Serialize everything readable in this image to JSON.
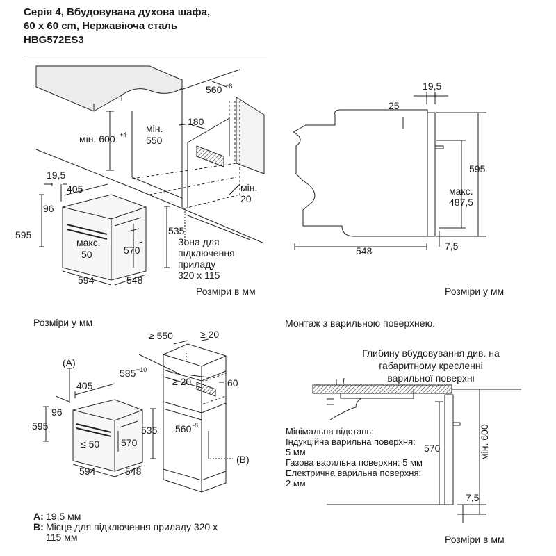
{
  "title": {
    "line1": "Серія 4, Вбудовувана духова шафа,",
    "line2": "60 x 60 cm, Нержавіюча сталь",
    "line3": "HBG572ES3"
  },
  "panel1": {
    "dims": {
      "d560": "560",
      "d560_sup": "+8",
      "min600": "мін. 600",
      "min600_sup": "+4",
      "min": "мін.",
      "v550": "550",
      "v180": "180",
      "min20_a": "мін.",
      "min20_b": "20",
      "v19_5": "19,5",
      "v405": "405",
      "v96": "96",
      "v595": "595",
      "v535": "535",
      "maks": "макс.",
      "v50": "50",
      "v570": "570",
      "v594": "594",
      "v548": "548"
    },
    "zone": [
      "Зона для",
      "підключення",
      "приладу",
      "320 x 115"
    ],
    "units": "Розміри в мм"
  },
  "panel2": {
    "dims": {
      "v19_5": "19,5",
      "v25": "25",
      "v595": "595",
      "maks": "макс.",
      "v487_5": "487,5",
      "v548": "548",
      "v7_5": "7,5"
    },
    "units": "Розміри у мм"
  },
  "panel3": {
    "units": "Розміри у мм",
    "dims": {
      "A": "(A)",
      "v405": "405",
      "v96": "96",
      "v595": "595",
      "le50": "≤ 50",
      "v570": "570",
      "v535": "535",
      "v594": "594",
      "v548": "548",
      "ge550": "≥ 550",
      "ge20a": "≥ 20",
      "v585": "585",
      "v585_sup": "+10",
      "ge20b": "≥ 20",
      "v60": "60",
      "v560": "560",
      "v560_sup": "-8",
      "B": "(B)"
    }
  },
  "panel4": {
    "heading": "Монтаж з варильною поверхнею.",
    "depth_note": [
      "Глибину вбудовування див. на",
      "габаритному кресленні",
      "варильної поверхні"
    ],
    "min_dist": [
      "Мінімальна відстань:",
      "Індукційна варильна поверхня:",
      "5 мм",
      "Газова варильна поверхня: 5 мм",
      "Електрична варильна поверхня:",
      "2 мм"
    ],
    "dims": {
      "v570": "570",
      "min600": "мін. 600",
      "v7_5": "7,5"
    },
    "units": "Розміри в мм"
  },
  "legend": {
    "a_key": "A:",
    "a_text": "19,5 мм",
    "b_key": "B:",
    "b_text_1": "Місце для підключення приладу 320 х",
    "b_text_2": "115 мм"
  }
}
